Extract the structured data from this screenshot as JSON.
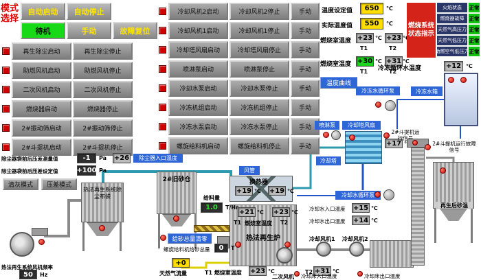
{
  "colors": {
    "alarm_red": "#d42318",
    "ok_green": "#12c412",
    "standby_green": "#17d917",
    "value_yellow": "#ffdf00",
    "label_blue": "#2e66d8"
  },
  "units": {
    "c": "℃",
    "pa": "Pa",
    "hz": "Hz"
  },
  "mode_panel": {
    "title": "模式选择",
    "auto_start": "自动启动",
    "auto_stop": "自动停止",
    "standby": "待机",
    "manual": "手动",
    "fault_reset": "故障复位"
  },
  "left_controls": [
    {
      "start": "再生除尘启动",
      "stop": "再生除尘停止"
    },
    {
      "start": "助燃风机启动",
      "stop": "助燃风机停止"
    },
    {
      "start": "二次风机启动",
      "stop": "二次风机停止"
    },
    {
      "start": "燃烧器启动",
      "stop": "燃烧器停止"
    },
    {
      "start": "2#振动筛启动",
      "stop": "2#振动筛停止"
    },
    {
      "start": "2#斗提机启动",
      "stop": "2#斗提机停止"
    }
  ],
  "middle_controls": [
    {
      "start": "冷却风机2启动",
      "stop": "冷却风机2停止",
      "manual": "手动"
    },
    {
      "start": "冷却风机1启动",
      "stop": "冷却风机1停止",
      "manual": "手动"
    },
    {
      "start": "冷却塔风扇启动",
      "stop": "冷却塔风扇停止",
      "manual": "手动"
    },
    {
      "start": "喷淋泵启动",
      "stop": "喷淋泵停止",
      "manual": "手动"
    },
    {
      "start": "冷却水泵启动",
      "stop": "冷却水泵停止",
      "manual": "手动"
    },
    {
      "start": "冷冻机组启动",
      "stop": "冷冻机组停止",
      "manual": "手动"
    },
    {
      "start": "冷冻水泵启动",
      "stop": "冷冻水泵停止",
      "manual": "手动"
    },
    {
      "start": "螺旋给料机启动",
      "stop": "螺旋给料机停止",
      "manual": "手动"
    }
  ],
  "temperature_panel": {
    "set_label": "温度设定值",
    "set_value": "650",
    "actual_label": "实际温度值",
    "actual_value": "550",
    "chamber_a_label": "燃烧室温度",
    "chamber_a_t1": "+23",
    "chamber_a_t2": "+23",
    "chamber_b_label": "燃烧室温度",
    "chamber_b_t1": "+30",
    "chamber_b_t2": "+31",
    "t1": "T1",
    "t2": "T2",
    "curve_button": "温度曲线"
  },
  "burner_status": {
    "title": "燃烧系统状态指示",
    "items": [
      {
        "label": "火焰状态",
        "state": "正常"
      },
      {
        "label": "燃烧器故障",
        "state": "正常"
      },
      {
        "label": "天然气高压力",
        "state": "正常"
      },
      {
        "label": "天然气低压力",
        "state": "正常"
      },
      {
        "label": "助燃空气低压力",
        "state": "正常"
      }
    ]
  },
  "chilled": {
    "label": "冷冻循环水温度",
    "value": "+12",
    "tank_label": "冷冻水箱",
    "pump_label": "冷冻水循环泵"
  },
  "cooling": {
    "spray_pump_label": "喷淋泵",
    "tower_fan_label": "冷却塔风扇",
    "tower_label": "冷却塔",
    "tower_out_value": "+17",
    "cw_pump_label": "冷却水循环泵",
    "cw_in_label": "冷却水入口温度",
    "cw_in_value": "+15",
    "cw_out_label": "冷却水出口温度",
    "cw_out_value": "+14",
    "fan1_label": "冷却风机1",
    "fan2_label": "冷却风机2",
    "bed_in_label": "冷却床入口温度",
    "bed_out_label": "冷却床出口温度"
  },
  "furnace": {
    "duct_label": "风管",
    "hx_label": "换热器",
    "hx_t1": "+19",
    "hx_t2": "+19",
    "mid_t1_label": "T1",
    "mid_label": "燃烧室温度",
    "mid_t2_label": "T2",
    "mid_t1": "+21",
    "mid_t2": "+23",
    "name": "热法再生炉",
    "bot_label": "T1 燃烧室温度",
    "bot_t1": "+23",
    "bot_t2_label": "T2",
    "bot_t2": "+31",
    "secondary_fan_label": "二次风机",
    "gas_flow_label": "天然气流量",
    "gas_flow_value": "+0"
  },
  "dust": {
    "dp_measured_label": "除尘器袋前后压差测量值",
    "dp_measured_value": "-1",
    "dp_set_label": "除尘器袋前后压差设定值",
    "dp_set_value": "+100",
    "clean_mode_button": "清灰模式",
    "dp_mode_button": "压差模式",
    "inlet_temp_value": "+26",
    "inlet_temp_label": "除尘器入口温度",
    "baghouse_label": "热法再生系统除尘布袋",
    "fan_freq_label": "热法再生系统风机频率",
    "fan_freq_value": "50"
  },
  "feed": {
    "silo_label": "2#旧砂仓",
    "rate_label": "给料量",
    "rate_value": "1.0",
    "rate_unit": "T/Hr",
    "total_clear_button": "给砂总量清零",
    "screw_total_label": "螺旋给料机给砂总量",
    "screw_total_value": "0",
    "screw_total_unit": "T"
  },
  "elevator": {
    "run_label": "2#斗提机运行信号",
    "fault_label": "2#斗提机运行故障信号",
    "sand_temp_label": "再生后砂温"
  }
}
